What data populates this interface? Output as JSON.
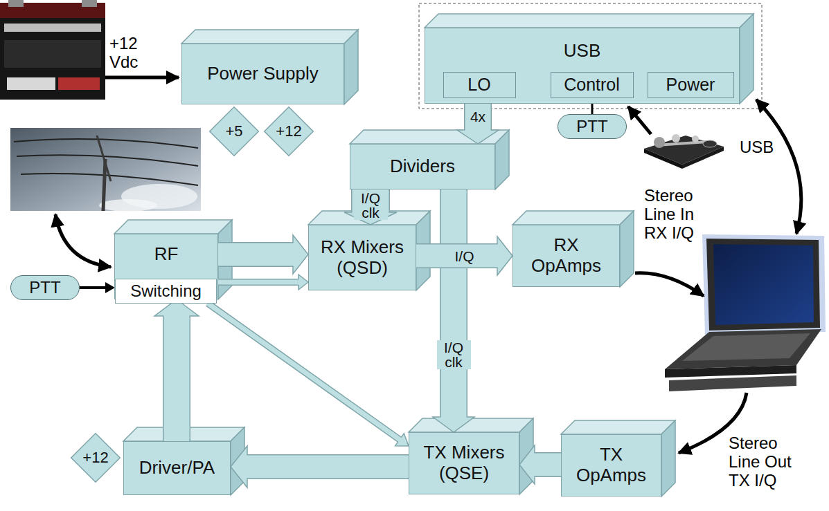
{
  "diagram": {
    "nodes": [
      {
        "text": [
          "Power Supply"
        ]
      },
      {
        "text": [
          "USB"
        ]
      },
      {
        "text": [
          "LO"
        ],
        "in": 1
      },
      {
        "text": [
          "Control"
        ],
        "in": 1
      },
      {
        "text": [
          "Power"
        ],
        "in": 1
      },
      {
        "text": [
          "+5"
        ]
      },
      {
        "text": [
          "+12"
        ]
      },
      {
        "text": [
          "PTT"
        ]
      },
      {
        "text": [
          "Dividers"
        ]
      },
      {
        "text": [
          "RF"
        ]
      },
      {
        "text": [
          "Switching"
        ],
        "in": 9
      },
      {
        "text": [
          "PTT"
        ]
      },
      {
        "text": [
          "RX Mixers (QSD)"
        ]
      },
      {
        "text": [
          "RX OpAmps"
        ]
      },
      {
        "text": [
          "+12"
        ]
      },
      {
        "text": [
          "Driver/PA"
        ]
      },
      {
        "text": [
          "TX Mixers (QSE)"
        ]
      },
      {
        "text": [
          "TX OpAmps"
        ]
      }
    ],
    "edges": [
      {
        "from": 2,
        "to": 8,
        "arrow": "to",
        "label": "4x"
      },
      {
        "from": 8,
        "to": 12,
        "arrow": "to",
        "label": "I/Q clk"
      },
      {
        "from": 8,
        "to": 16,
        "arrow": "to",
        "label": "I/Q clk"
      },
      {
        "from": 9,
        "to": 12,
        "arrow": "to"
      },
      {
        "from": 10,
        "to": 12,
        "arrow": "to"
      },
      {
        "from": 10,
        "to": 16,
        "arrow": "to"
      },
      {
        "from": 12,
        "to": 13,
        "arrow": "to",
        "label": "I/Q"
      },
      {
        "from": 17,
        "to": 16,
        "arrow": "to"
      },
      {
        "from": 16,
        "to": 15,
        "arrow": "to"
      },
      {
        "from": 15,
        "to": 9,
        "arrow": "to"
      },
      {
        "from": 11,
        "to": 10,
        "arrow": "to"
      },
      {
        "from": 3,
        "to": 7,
        "arrow": "none"
      }
    ],
    "labels": [
      "+12 Vdc",
      "Stereo Line In RX I/Q",
      "USB",
      "Stereo Line Out TX I/Q"
    ]
  }
}
